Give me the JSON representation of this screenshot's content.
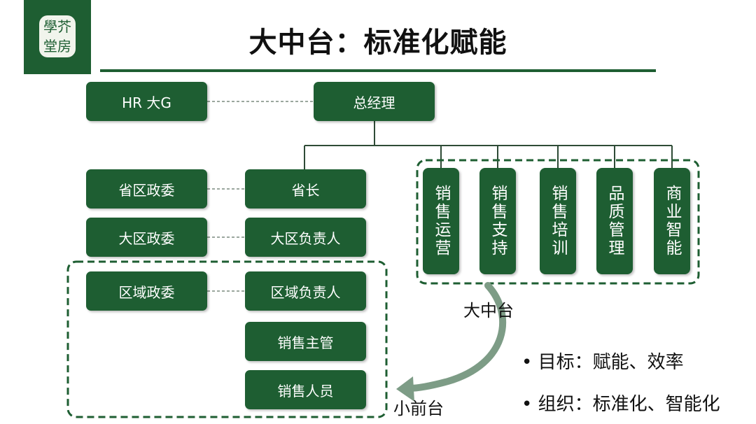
{
  "logo": {
    "line1": "學芥",
    "line2": "堂房"
  },
  "title": "大中台：标准化赋能",
  "left_org": {
    "hr": "HR 大G",
    "gm": "总经理",
    "prov_commissar": "省区政委",
    "governor": "省长",
    "region_commissar": "大区政委",
    "region_head": "大区负责人",
    "area_commissar": "区域政委",
    "area_head": "区域负责人",
    "sales_supervisor": "销售主管",
    "sales_staff": "销售人员"
  },
  "middle_platform": [
    "销售运营",
    "销售支持",
    "销售培训",
    "品质管理",
    "商业智能"
  ],
  "labels": {
    "big_middle": "大中台",
    "small_front": "小前台"
  },
  "bullets": [
    {
      "key": "目标：",
      "value": "赋能、效率"
    },
    {
      "key": "组织：",
      "value": "标准化、智能化"
    }
  ],
  "colors": {
    "primary": "#1e5e32",
    "line": "#2e4b36"
  }
}
